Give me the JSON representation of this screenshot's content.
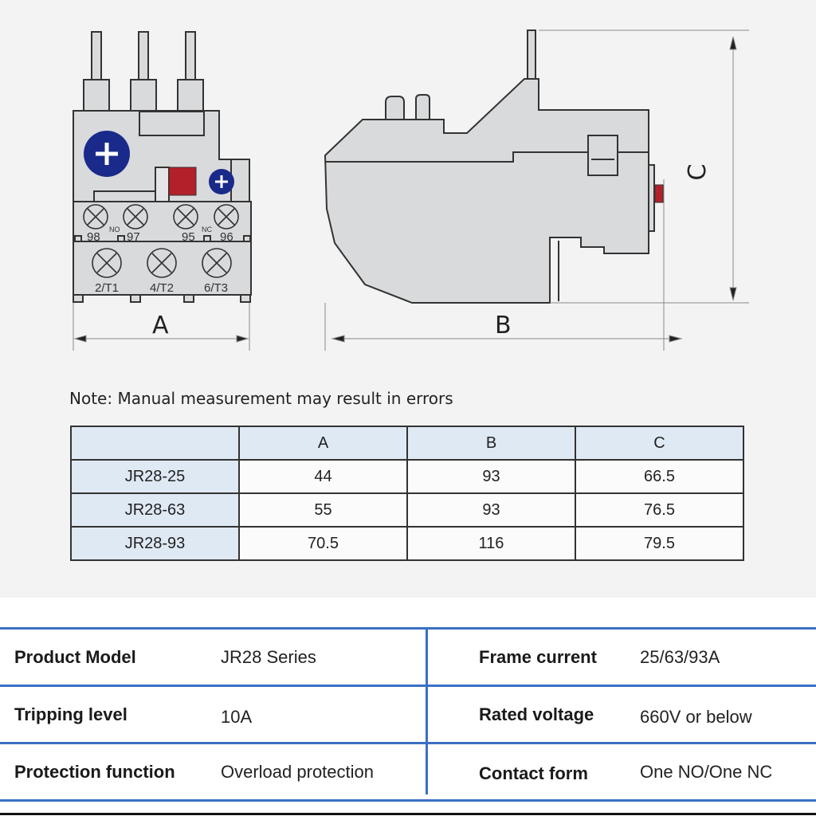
{
  "diagram": {
    "dimension_labels": {
      "a": "A",
      "b": "B",
      "c": "C"
    },
    "terminal_labels": {
      "t98": "98",
      "t97": "97",
      "t95": "95",
      "t96": "96",
      "no": "NO",
      "nc": "NC",
      "t1": "2/T1",
      "t2": "4/T2",
      "t3": "6/T3"
    },
    "colors": {
      "body": "#d9dadc",
      "screw_blue": "#1a2a8a",
      "indicator_red": "#b3202a"
    }
  },
  "note": "Note: Manual measurement may result in errors",
  "dimensions_table": {
    "headers": [
      "",
      "A",
      "B",
      "C"
    ],
    "rows": [
      [
        "JR28-25",
        "44",
        "93",
        "66.5"
      ],
      [
        "JR28-63",
        "55",
        "93",
        "76.5"
      ],
      [
        "JR28-93",
        "70.5",
        "116",
        "79.5"
      ]
    ]
  },
  "specs": [
    {
      "label": "Product Model",
      "value": "JR28 Series",
      "label2": "Frame current",
      "value2": "25/63/93A"
    },
    {
      "label": "Tripping level",
      "value": "10A",
      "label2": "Rated voltage",
      "value2": "660V or below"
    },
    {
      "label": "Protection function",
      "value": "Overload protection",
      "label2": "Contact form",
      "value2": "One NO/One NC"
    }
  ]
}
